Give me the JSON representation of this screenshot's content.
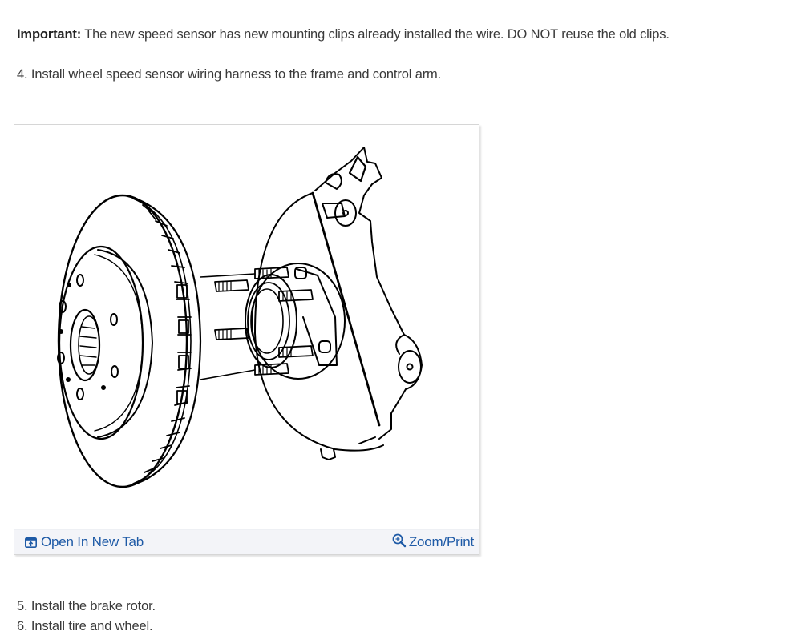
{
  "content": {
    "important_label": "Important:",
    "important_text": " The new speed sensor has new mounting clips already installed the wire. DO NOT reuse the old clips.",
    "step4": "4. Install wheel speed sensor wiring harness to the frame and control arm.",
    "step5": "5. Install the brake rotor.",
    "step6": "6. Install tire and wheel."
  },
  "figure": {
    "image_alt": "Brake rotor and wheel hub/steering knuckle assembly diagram",
    "open_in_new_tab_label": "Open In New Tab",
    "open_in_new_tab_icon": "open-new-tab-icon",
    "zoom_print_label": "Zoom/Print",
    "zoom_print_icon": "zoom-in-icon",
    "link_color": "#1e5aa6",
    "footer_bg": "#f3f4f8"
  }
}
